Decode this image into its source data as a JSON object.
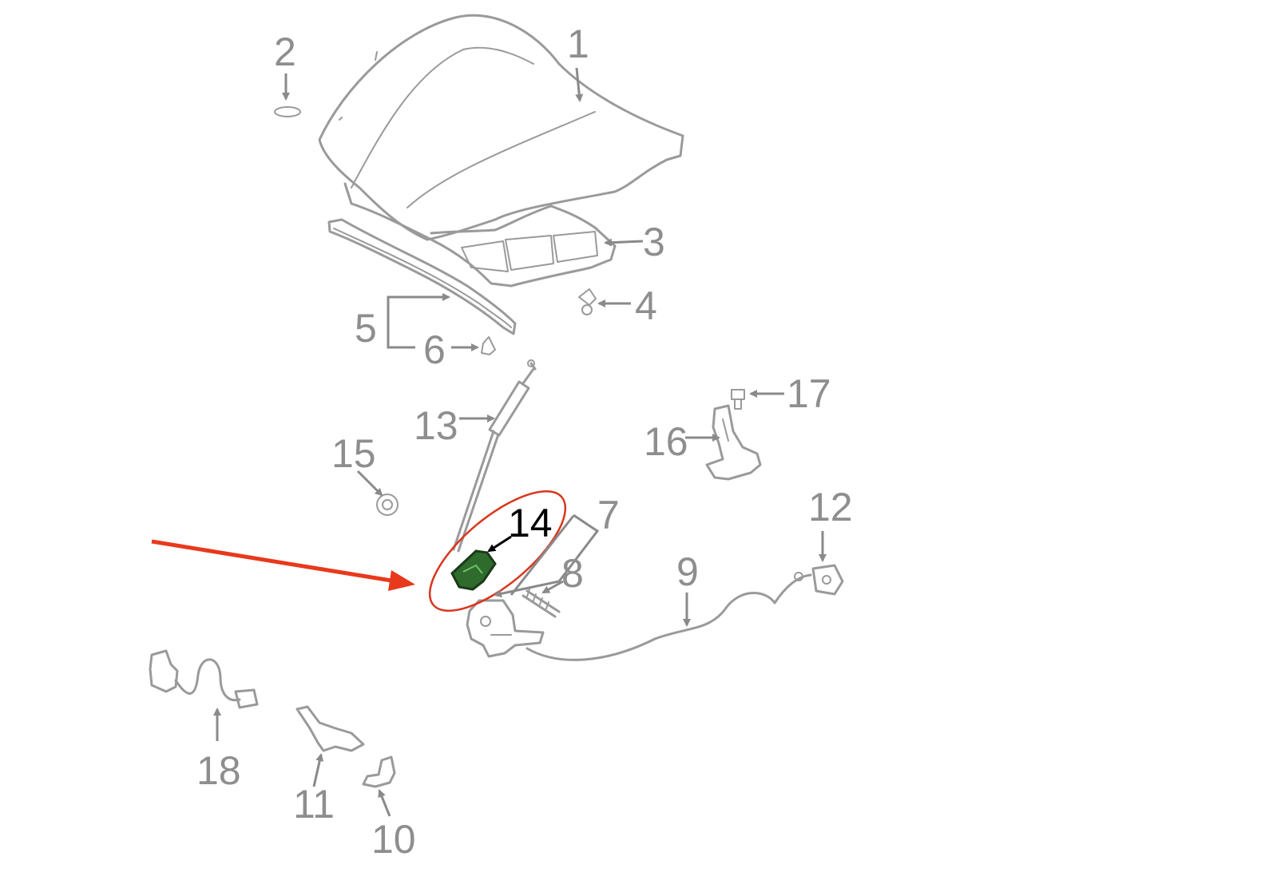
{
  "colors": {
    "part_stroke": "#9a9a9a",
    "callout_text": "#8e8e8e",
    "highlight_part": "#2f6b2c",
    "highlight_ring": "#d9361e",
    "pointer_arrow": "#e8391c"
  },
  "highlighted_part": "14",
  "callouts": {
    "c1": "1",
    "c2": "2",
    "c3": "3",
    "c4": "4",
    "c5": "5",
    "c6": "6",
    "c7": "7",
    "c8": "8",
    "c9": "9",
    "c10": "10",
    "c11": "11",
    "c12": "12",
    "c13": "13",
    "c14": "14",
    "c15": "15",
    "c16": "16",
    "c17": "17",
    "c18": "18"
  }
}
